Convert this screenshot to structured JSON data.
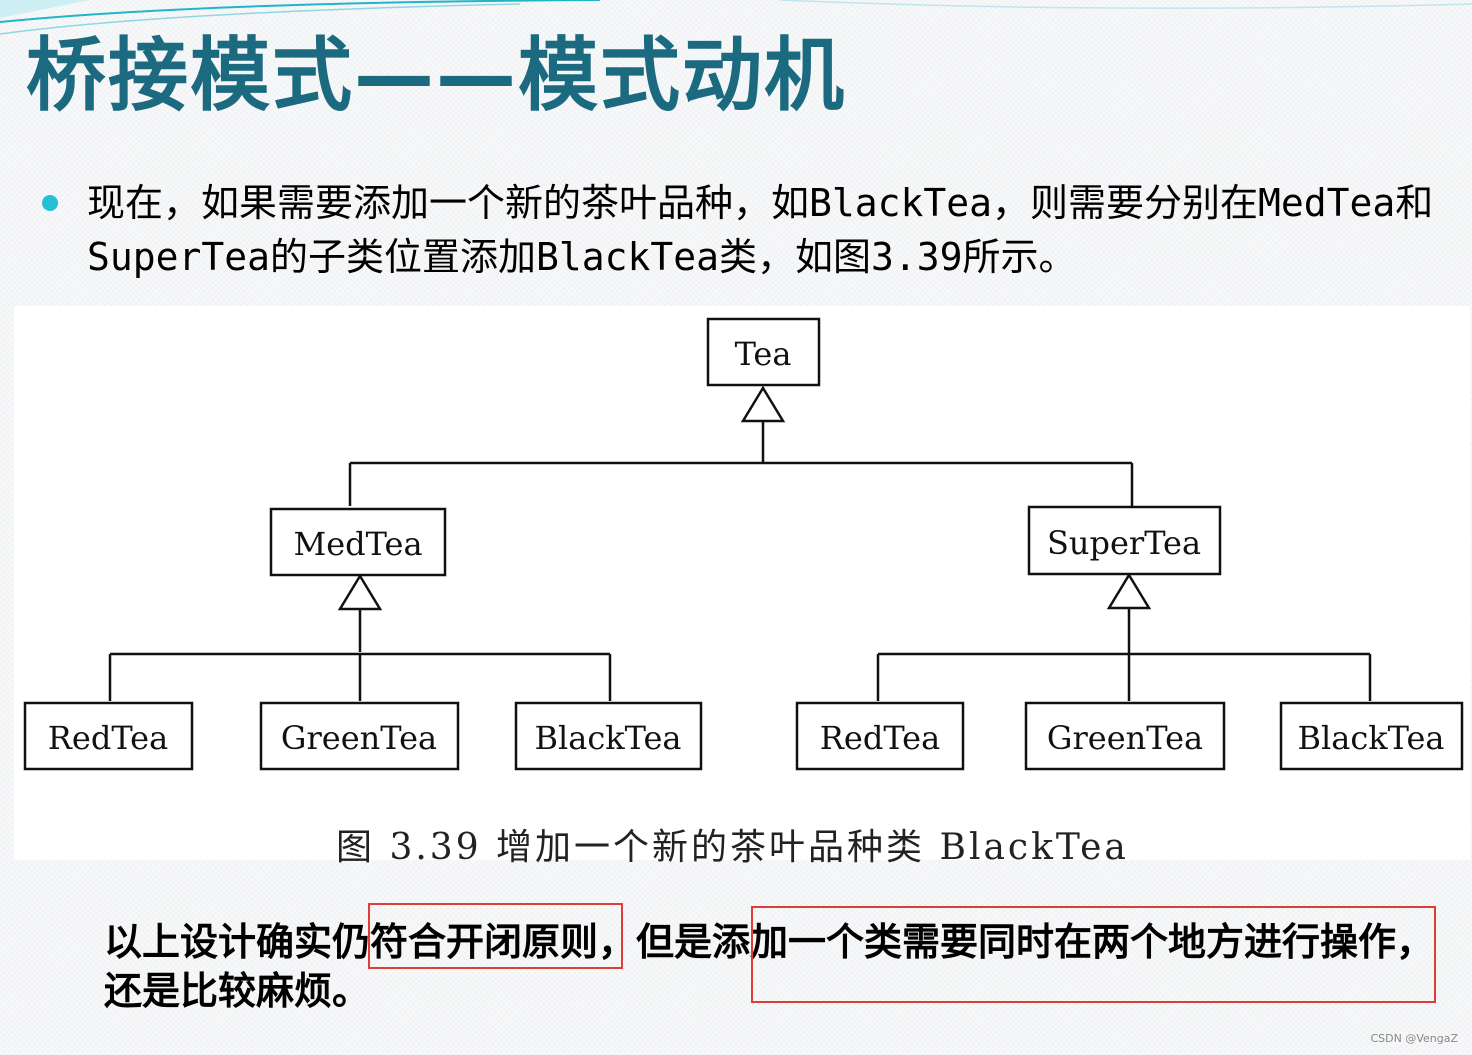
{
  "title": "桥接模式——模式动机",
  "bullet": {
    "text": "现在，如果需要添加一个新的茶叶品种，如BlackTea，则需要分别在MedTea和SuperTea的子类位置添加BlackTea类，如图3.39所示。"
  },
  "diagram": {
    "root": "Tea",
    "branches": [
      {
        "name": "MedTea",
        "children": [
          "RedTea",
          "GreenTea",
          "BlackTea"
        ]
      },
      {
        "name": "SuperTea",
        "children": [
          "RedTea",
          "GreenTea",
          "BlackTea"
        ]
      }
    ],
    "caption": "图 3.39   增加一个新的茶叶品种类 BlackTea"
  },
  "note": {
    "text": "以上设计确实仍符合开闭原则，但是添加一个类需要同时在两个地方进行操作，还是比较麻烦。",
    "highlights": [
      "符合开闭原则",
      "添加一个类需要同时在两个地方进行操作"
    ]
  },
  "colors": {
    "title": "#1c6a80",
    "bullet": "#23c0d6",
    "highlight_border": "#e03c3c"
  },
  "watermark": "CSDN @VengaZ"
}
